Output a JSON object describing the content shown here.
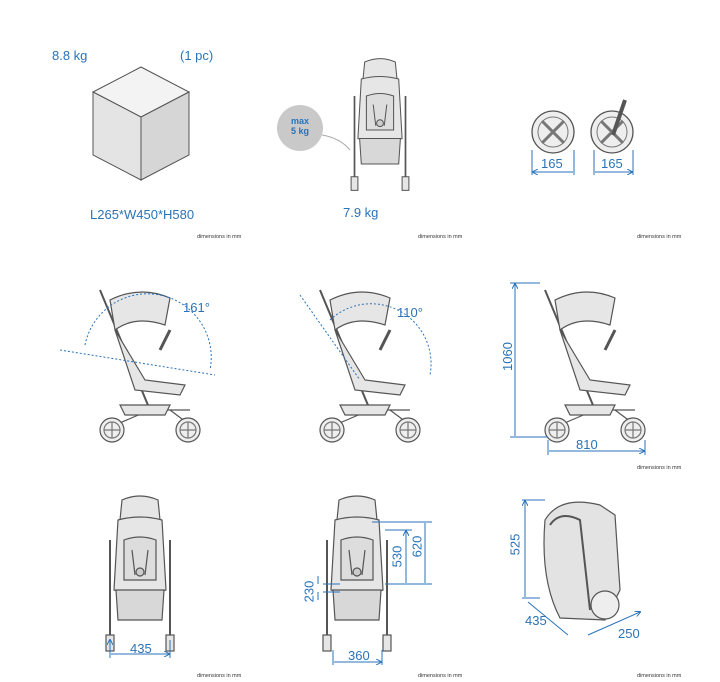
{
  "colors": {
    "accent": "#2a73b8",
    "fill": "#e6e6e6",
    "line": "#555555"
  },
  "dimensions_note": "dimensions in mm",
  "package": {
    "weight": "8.8 kg",
    "quantity": "(1 pc)",
    "size": "L265*W450*H580"
  },
  "stroller": {
    "weight": "7.9 kg",
    "basket_max_label": "max",
    "basket_max_value": "5 kg"
  },
  "wheels": {
    "rear_diameter": "165",
    "front_diameter": "165"
  },
  "recline": {
    "max_angle": "161°",
    "min_angle": "110°"
  },
  "side": {
    "height": "1060",
    "length": "810"
  },
  "front": {
    "width": "435",
    "wheelbase_width": "360",
    "backrest_height": "530",
    "seat_back_height": "620",
    "seat_height": "230"
  },
  "folded": {
    "height": "525",
    "length": "435",
    "width": "250"
  }
}
